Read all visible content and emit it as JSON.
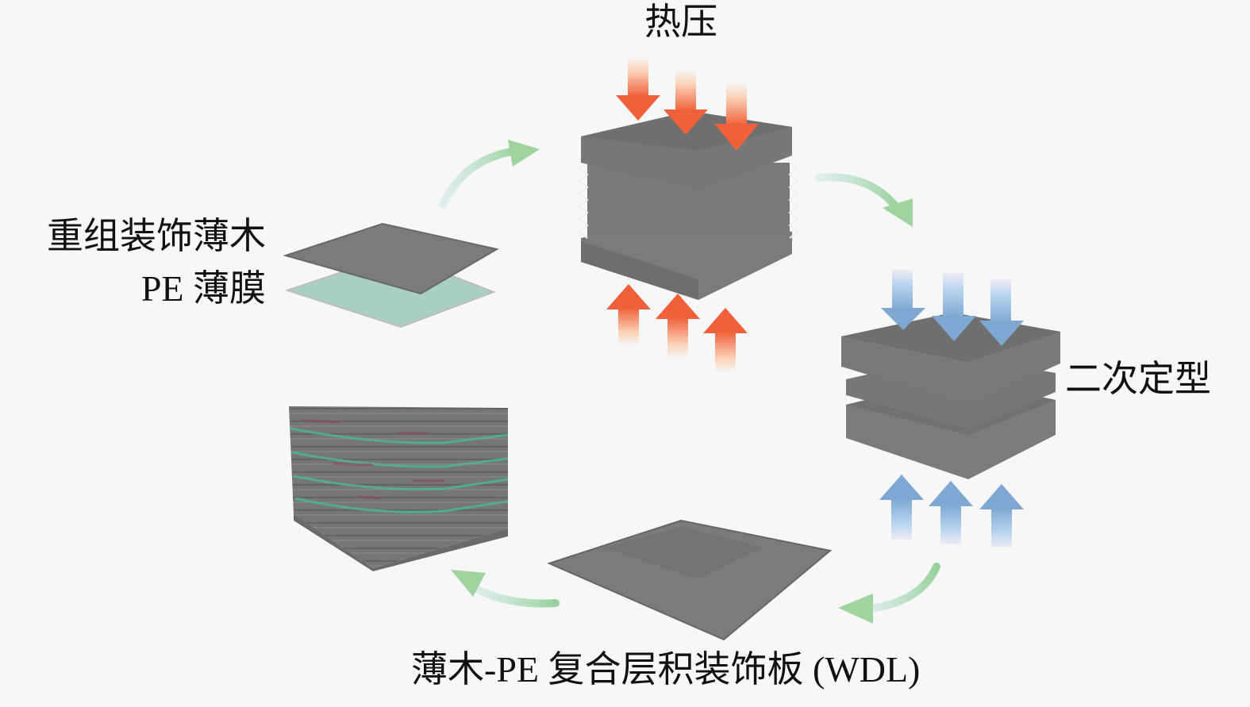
{
  "diagram": {
    "type": "process-cycle",
    "steps": [
      {
        "id": "materials",
        "labels": [
          "重组装饰薄木",
          "PE 薄膜"
        ]
      },
      {
        "id": "hot-press",
        "label": "热压"
      },
      {
        "id": "secondary-setting",
        "label": "二次定型"
      },
      {
        "id": "product-board",
        "label": "薄木-PE 复合层积装饰板 (WDL)"
      },
      {
        "id": "stacked-laminate",
        "label": ""
      }
    ],
    "flow_order": [
      "materials",
      "hot-press",
      "secondary-setting",
      "product-board",
      "stacked-laminate"
    ],
    "colors": {
      "background": "#f7f7f7",
      "veneer": "#7a7a7a",
      "veneer_dark": "#6a6a6a",
      "pe_film": "#9fd0c0",
      "hot_arrow": "#f06a3c",
      "hot_arrow_light": "#fbd9c4",
      "cool_arrow": "#7fa9d2",
      "cool_arrow_light": "#e3e3f3",
      "flow_arrow": "#9fd49f",
      "stack_accent_green": "#4fb593",
      "stack_accent_red": "#8a4a55"
    }
  }
}
